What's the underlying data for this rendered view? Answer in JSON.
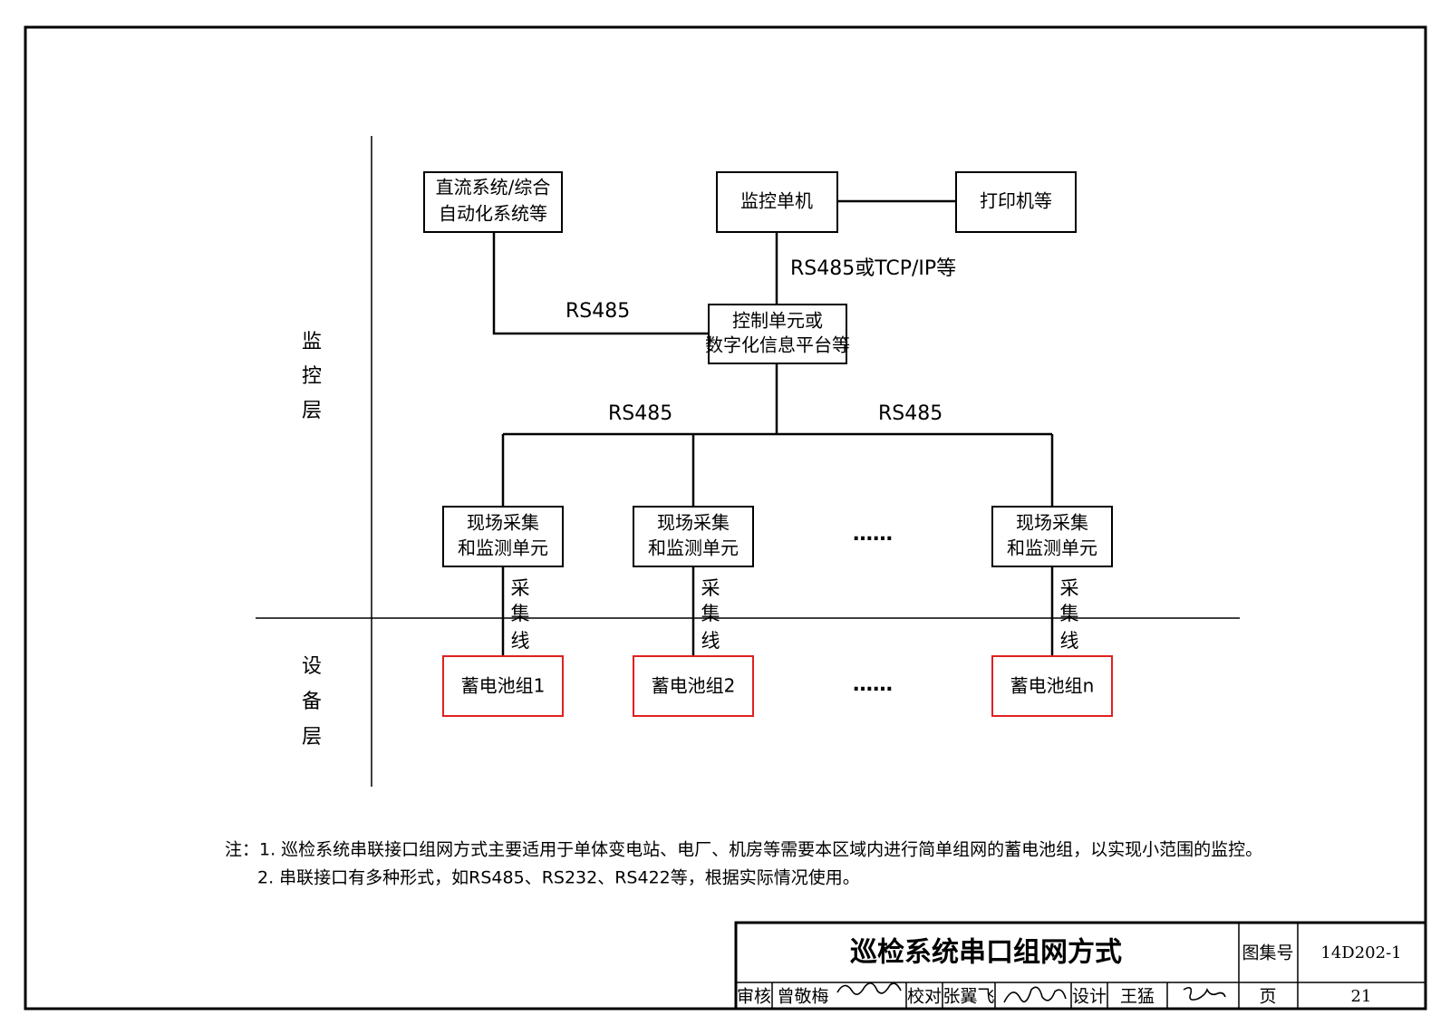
{
  "layers": {
    "monitor": [
      "监",
      "控",
      "层"
    ],
    "device": [
      "设",
      "备",
      "层"
    ]
  },
  "boxes": {
    "dc_system": [
      "直流系统/综合",
      "自动化系统等"
    ],
    "monitor_pc": [
      "监控单机"
    ],
    "printer": [
      "打印机等"
    ],
    "controller": [
      "控制单元或",
      "数字化信息平台等"
    ],
    "field_unit_1": [
      "现场采集",
      "和监测单元"
    ],
    "field_unit_2": [
      "现场采集",
      "和监测单元"
    ],
    "field_unit_n": [
      "现场采集",
      "和监测单元"
    ],
    "battery_1": [
      "蓄电池组1"
    ],
    "battery_2": [
      "蓄电池组2"
    ],
    "battery_n": [
      "蓄电池组n"
    ]
  },
  "links": {
    "monitor_to_controller": "RS485或TCP/IP等",
    "dc_to_controller": "RS485",
    "bus_left": "RS485",
    "bus_right": "RS485",
    "acquisition_line": [
      "采",
      "集",
      "线"
    ],
    "ellipsis": "……"
  },
  "colors": {
    "battery_border": "#e02020",
    "line": "#000000"
  },
  "notes": {
    "line1": "注：1. 巡检系统串联接口组网方式主要适用于单体变电站、电厂、机房等需要本区域内进行简单组网的蓄电池组，以实现小范围的监控。",
    "line2": "2. 串联接口有多种形式，如RS485、RS232、RS422等，根据实际情况使用。"
  },
  "title_block": {
    "title": "巡检系统串口组网方式",
    "atlas_label": "图集号",
    "atlas_no": "14D202-1",
    "review_label": "审核",
    "reviewer": "曾敬梅",
    "check_label": "校对",
    "checker": "张翼飞",
    "design_label": "设计",
    "designer": "王猛",
    "page_label": "页",
    "page_no": "21"
  }
}
